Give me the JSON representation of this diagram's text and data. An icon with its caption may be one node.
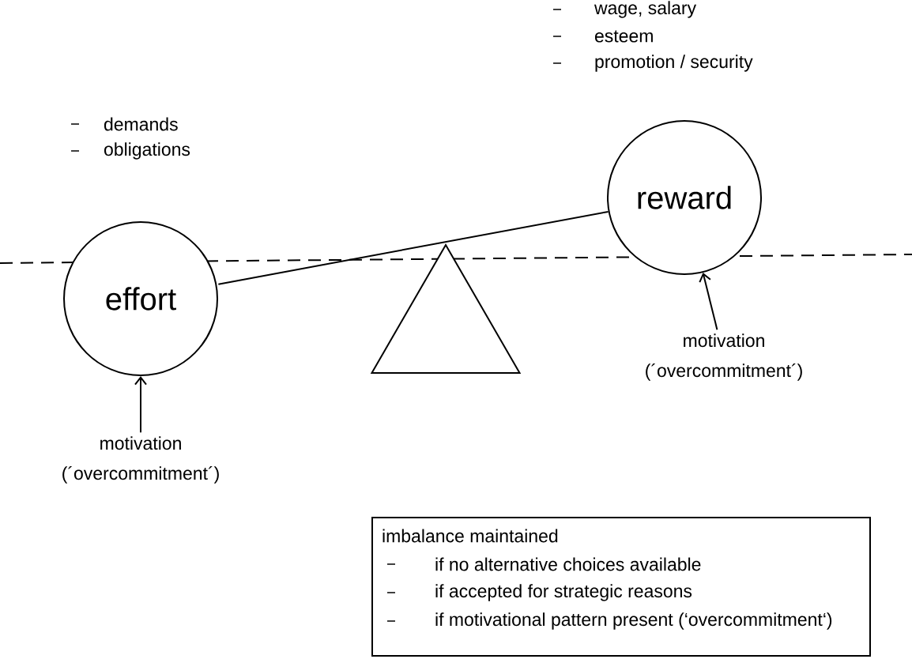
{
  "diagram": {
    "nodes": [
      {
        "text": [
          "effort"
        ],
        "beside": [
          "demands",
          "obligations"
        ]
      },
      {
        "text": [
          "reward"
        ],
        "beside": [
          "wage, salary",
          "esteem",
          "promotion / security"
        ]
      },
      {
        "text": [
          "motivation (´overcommitment´)"
        ]
      },
      {
        "text": [
          "motivation (´overcommitment´)"
        ]
      },
      {
        "text": [
          "imbalance maintained",
          "if no alternative choices available",
          "if accepted for strategic reasons",
          "if motivational pattern present (‘overcommitment‘)"
        ]
      },
      {
        "text": [],
        "shape": "triangle"
      }
    ],
    "edges": [
      {
        "from": 0,
        "to": 1,
        "arrow": "none"
      },
      {
        "from": 2,
        "to": 0,
        "arrow": "to"
      },
      {
        "from": 3,
        "to": 1,
        "arrow": "to"
      }
    ]
  }
}
